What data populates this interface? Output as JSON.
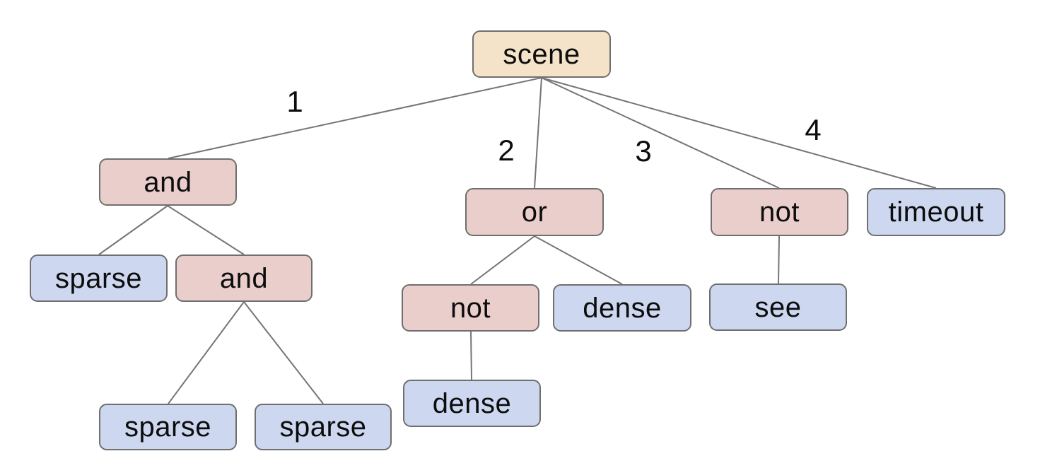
{
  "diagram": {
    "type": "behavior-tree",
    "colors": {
      "background": "#ffffff",
      "root_fill": "#f4e3c8",
      "operator_fill": "#e9cecb",
      "leaf_fill": "#cdd8f0",
      "node_border": "#6f6f6f",
      "edge_stroke": "#757575",
      "text": "#0d0d0d"
    },
    "nodes": [
      {
        "id": "scene",
        "label": "scene",
        "kind": "root",
        "parent": null
      },
      {
        "id": "and-1",
        "label": "and",
        "kind": "operator",
        "parent": "scene",
        "edge_label": "1"
      },
      {
        "id": "or-1",
        "label": "or",
        "kind": "operator",
        "parent": "scene",
        "edge_label": "2"
      },
      {
        "id": "not-1",
        "label": "not",
        "kind": "operator",
        "parent": "scene",
        "edge_label": "3"
      },
      {
        "id": "timeout-1",
        "label": "timeout",
        "kind": "leaf",
        "parent": "scene",
        "edge_label": "4"
      },
      {
        "id": "sparse-1",
        "label": "sparse",
        "kind": "leaf",
        "parent": "and-1"
      },
      {
        "id": "and-2",
        "label": "and",
        "kind": "operator",
        "parent": "and-1"
      },
      {
        "id": "not-2",
        "label": "not",
        "kind": "operator",
        "parent": "or-1"
      },
      {
        "id": "dense-1",
        "label": "dense",
        "kind": "leaf",
        "parent": "or-1"
      },
      {
        "id": "see-1",
        "label": "see",
        "kind": "leaf",
        "parent": "not-1"
      },
      {
        "id": "sparse-2",
        "label": "sparse",
        "kind": "leaf",
        "parent": "and-2"
      },
      {
        "id": "sparse-3",
        "label": "sparse",
        "kind": "leaf",
        "parent": "and-2"
      },
      {
        "id": "dense-2",
        "label": "dense",
        "kind": "leaf",
        "parent": "not-2"
      }
    ],
    "edge_labels": [
      "1",
      "2",
      "3",
      "4"
    ]
  }
}
